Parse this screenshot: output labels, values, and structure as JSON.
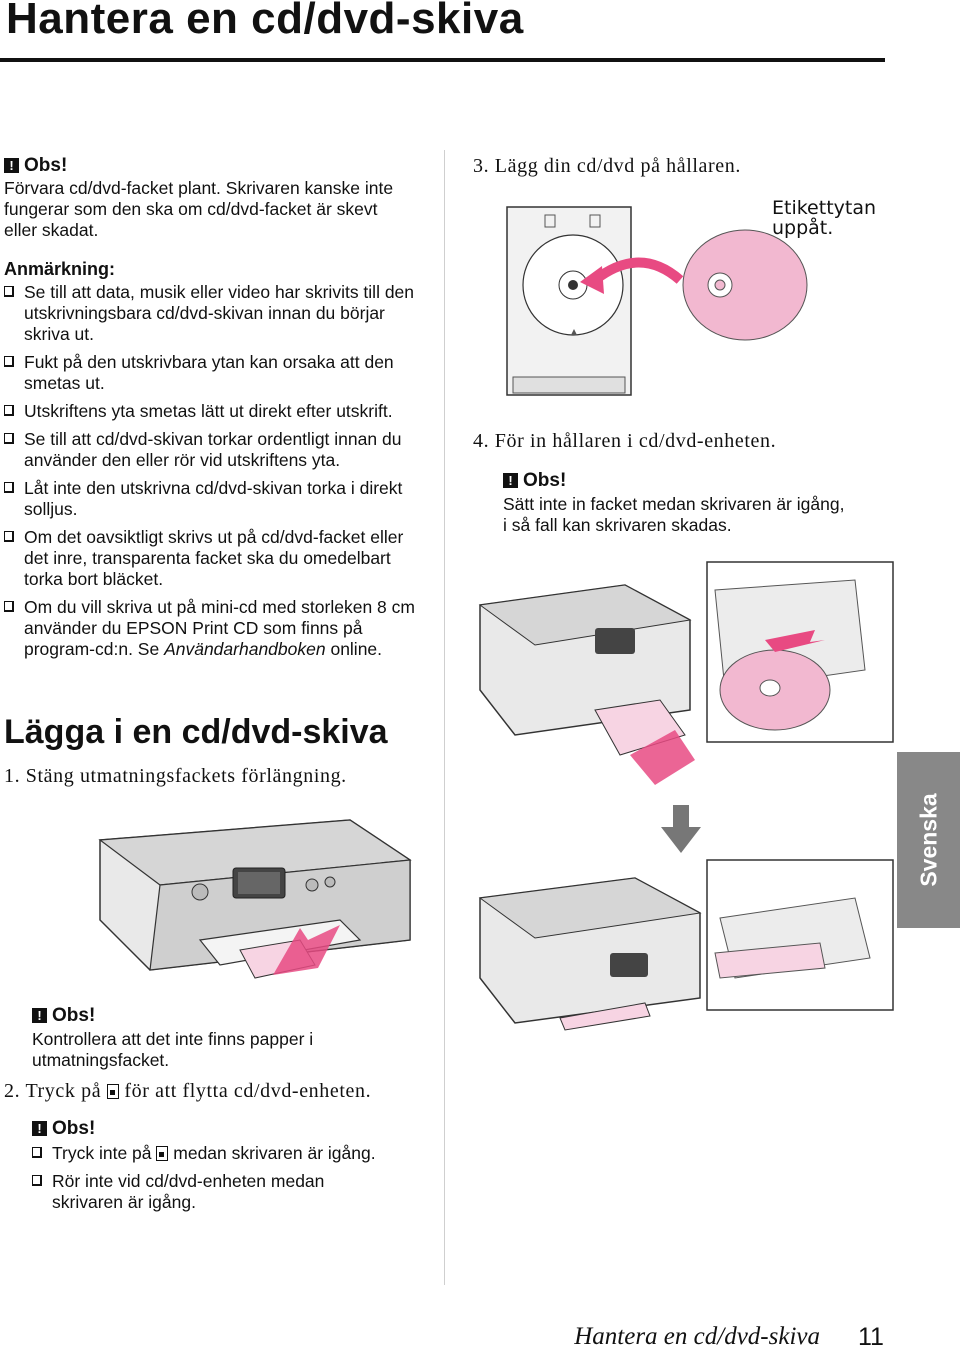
{
  "header": {
    "title": "Hantera en cd/dvd-skiva"
  },
  "left": {
    "obs1": {
      "label": "Obs!",
      "text": "Förvara cd/dvd-facket plant. Skrivaren kanske inte fungerar som den ska om cd/dvd-facket är skevt eller skadat."
    },
    "note": {
      "label": "Anmärkning:",
      "items": [
        "Se till att data, musik eller video har skrivits till den utskrivningsbara cd/dvd-skivan innan du börjar skriva ut.",
        "Fukt på den utskrivbara ytan kan orsaka att den smetas ut.",
        "Utskriftens yta smetas lätt ut direkt efter utskrift.",
        "Se till att cd/dvd-skivan torkar ordentligt innan du använder den eller rör vid utskriftens yta.",
        "Låt inte den utskrivna cd/dvd-skivan torka i direkt solljus.",
        "Om det oavsiktligt skrivs ut på cd/dvd-facket eller det inre, transparenta facket ska du omedelbart torka bort bläcket."
      ],
      "last_item_part1": "Om du vill skriva ut på mini-cd med storleken 8 cm använder du EPSON Print CD som finns på program-cd:n. Se ",
      "last_item_italic": "Användarhandboken",
      "last_item_part2": " online."
    },
    "section_title": "Lägga i en cd/dvd-skiva",
    "step1": "1.  Stäng utmatningsfackets förlängning.",
    "obs2": {
      "label": "Obs!",
      "text1": "Kontrollera att det inte finns papper i",
      "text2": "utmatningsfacket."
    },
    "step2_part1": "2.  Tryck på ",
    "step2_part2": " för att flytta cd/dvd-enheten.",
    "obs3": {
      "label": "Obs!",
      "item1_part1": "Tryck inte på ",
      "item1_part2": " medan skrivaren är igång.",
      "item2_line1": "Rör inte vid cd/dvd-enheten medan",
      "item2_line2": "skrivaren är igång."
    }
  },
  "right": {
    "step3": "3.  Lägg din cd/dvd på hållaren.",
    "label_up_1": "Etikettytan",
    "label_up_2": "uppåt.",
    "step4": "4.  För in hållaren i cd/dvd-enheten.",
    "obs4": {
      "label": "Obs!",
      "text1": "Sätt inte in facket medan skrivaren är igång,",
      "text2": "i så fall kan skrivaren skadas."
    }
  },
  "side_tab": "Svenska",
  "footer": {
    "title": "Hantera en cd/dvd-skiva",
    "page": "11"
  },
  "colors": {
    "accent_pink": "#e84a82",
    "disc_pink": "#f2b8d0",
    "tab_gray": "#888888"
  }
}
